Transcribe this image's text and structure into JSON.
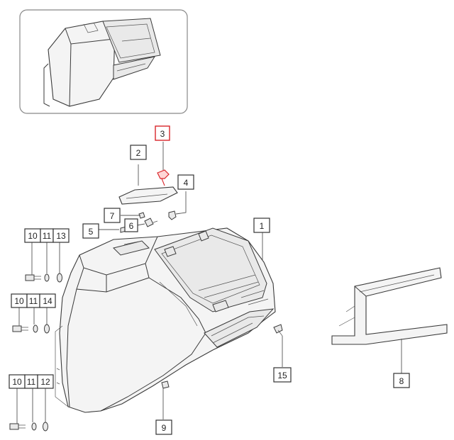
{
  "callouts": {
    "c1": "1",
    "c2": "2",
    "c3": "3",
    "c4": "4",
    "c5": "5",
    "c6": "6",
    "c7": "7",
    "c8": "8",
    "c9": "9",
    "c15": "15",
    "r1": [
      "10",
      "11",
      "13"
    ],
    "r2": [
      "10",
      "11",
      "14"
    ],
    "r3": [
      "10",
      "11",
      "12"
    ]
  },
  "colors": {
    "highlight": "#d9262b",
    "line": "#333333"
  }
}
